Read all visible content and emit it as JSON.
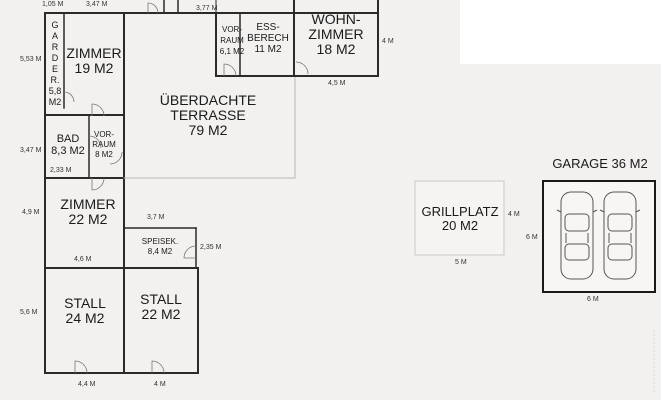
{
  "rooms": {
    "zimmer1": {
      "name": "ZIMMER",
      "area": "19 M2"
    },
    "garderobe": {
      "l1": "G",
      "l2": "A",
      "l3": "R",
      "l4": "D",
      "l5": "E",
      "l6": "R.",
      "area1": "5,8",
      "area2": "M2"
    },
    "bad": {
      "name": "BAD",
      "area": "8,3 M2"
    },
    "vorraum1": {
      "l1": "VOR-",
      "l2": "RAUM",
      "area": "8 M2"
    },
    "zimmer2": {
      "name": "ZIMMER",
      "area": "22 M2"
    },
    "speisek": {
      "name": "SPEISEK.",
      "area": "8,4 M2"
    },
    "stall1": {
      "name": "STALL",
      "area": "24 M2"
    },
    "stall2": {
      "name": "STALL",
      "area": "22 M2"
    },
    "terrasse": {
      "l1": "ÜBERDACHTE",
      "l2": "TERRASSE",
      "area": "79 M2"
    },
    "vorraum2": {
      "l1": "VOR-",
      "l2": "RAUM",
      "area": "6,1 M2"
    },
    "essbereich": {
      "l1": "ESS-",
      "l2": "BERECH",
      "area": "11 M2"
    },
    "wohnzimmer": {
      "l1": "WOHN-",
      "l2": "ZIMMER",
      "area": "18 M2"
    },
    "grillplatz": {
      "name": "GRILLPLATZ",
      "area": "20 M2"
    },
    "garage": {
      "title": "GARAGE 36 M2"
    }
  },
  "dimensions": {
    "d_105": "1,05 M",
    "d_347_top": "3,47 M",
    "d_377": "3,77 M",
    "d_4_wohn": "4 M",
    "d_45": "4,5 M",
    "d_553": "5,53 M",
    "d_347_left": "3,47 M",
    "d_233": "2,33 M",
    "d_49": "4,9 M",
    "d_46": "4,6 M",
    "d_37": "3,7 M",
    "d_235": "2,35 M",
    "d_56": "5,6 M",
    "d_44": "4,4 M",
    "d_4_bottom": "4 M",
    "d_4_grill": "4 M",
    "d_5": "5 M",
    "d_6_left": "6 M",
    "d_6_bottom": "6 M"
  }
}
